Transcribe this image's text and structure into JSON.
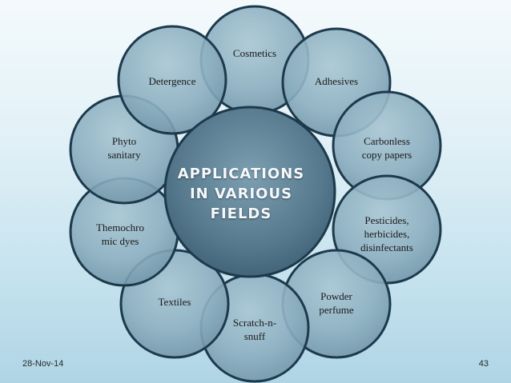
{
  "center": {
    "title": "Applications\nin Various\nFields"
  },
  "nodes": [
    {
      "label": "Cosmetics"
    },
    {
      "label": "Adhesives"
    },
    {
      "label": "Carbonless\ncopy papers"
    },
    {
      "label": "Pesticides,\nherbicides,\ndisinfectants"
    },
    {
      "label": "Powder\nperfume"
    },
    {
      "label": "Scratch-n-\nsnuff"
    },
    {
      "label": "Textiles"
    },
    {
      "label": "Themochro\nmic dyes"
    },
    {
      "label": "Phyto\nsanitary"
    },
    {
      "label": "Detergence"
    }
  ],
  "footer": {
    "date": "28-Nov-14",
    "page_number": "43"
  }
}
